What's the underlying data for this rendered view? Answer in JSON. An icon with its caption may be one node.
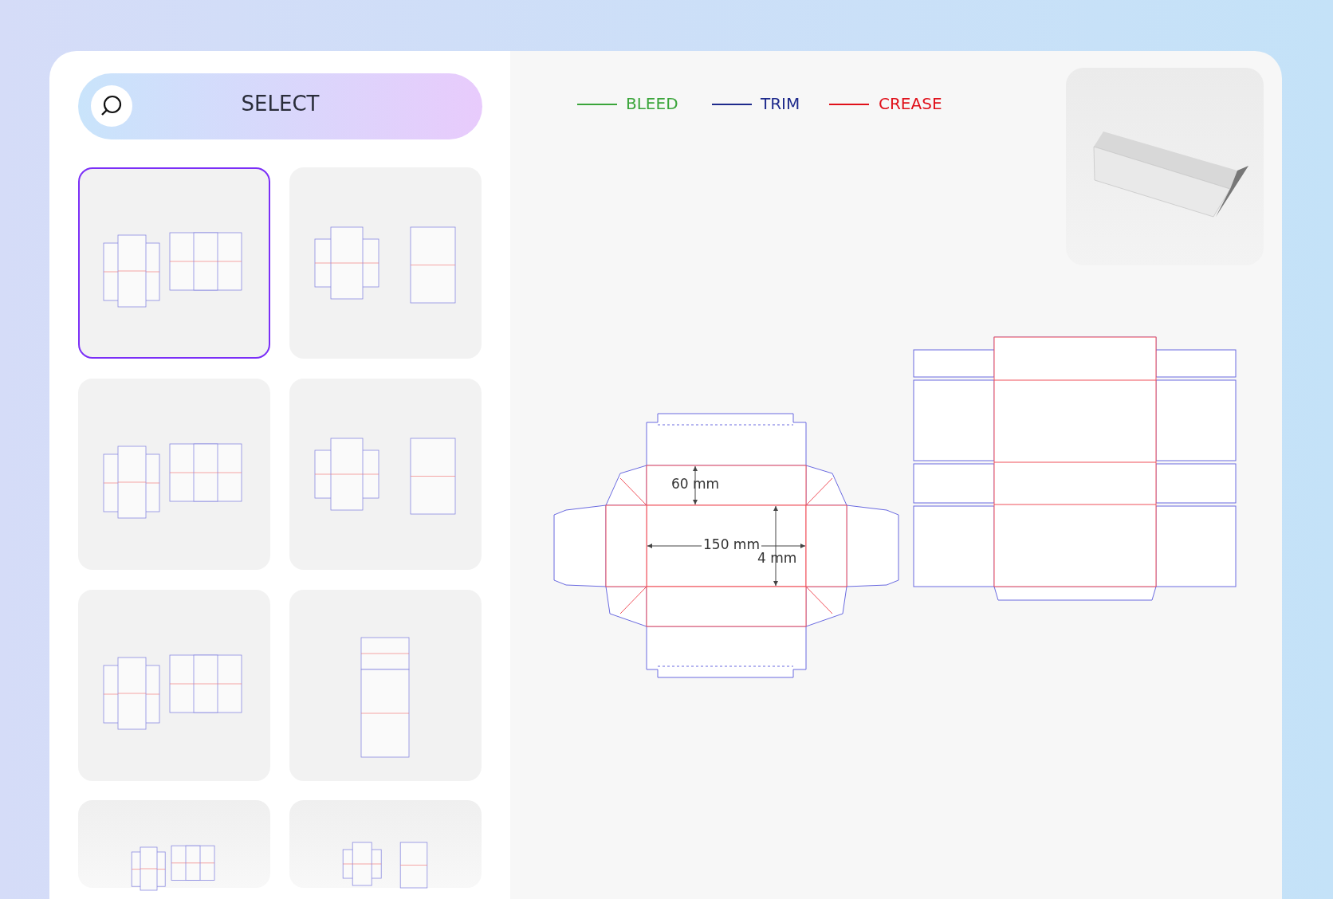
{
  "diagram": {
    "nodes": [
      {
        "text": [],
        "shape": "box"
      },
      {
        "text": [],
        "shape": "box"
      },
      {
        "text": [],
        "shape": "box"
      },
      {
        "text": [],
        "shape": "box"
      },
      {
        "text": [],
        "shape": "box"
      },
      {
        "text": [],
        "shape": "box"
      },
      {
        "text": [],
        "shape": "box"
      },
      {
        "text": [],
        "shape": "box"
      }
    ],
    "labels": [
      "SELECT",
      "60 mm",
      "150 mm",
      "4 mm"
    ],
    "legend": [
      {
        "text": "BLEED"
      },
      {
        "text": "TRIM"
      },
      {
        "text": "CREASE"
      }
    ]
  }
}
